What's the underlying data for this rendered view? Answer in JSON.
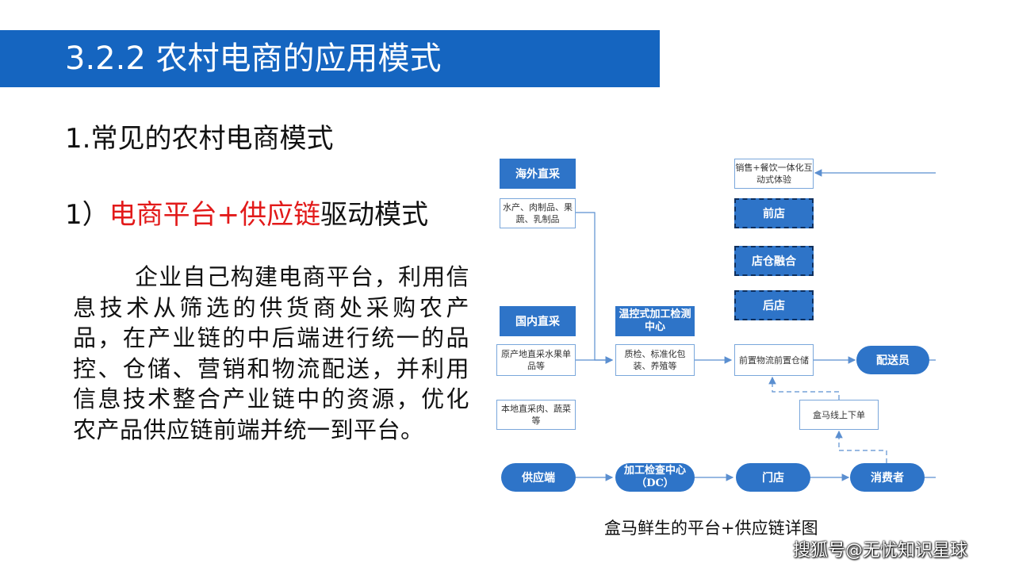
{
  "slide": {
    "title": "3.2.2 农村电商的应用模式",
    "heading1": "1.常见的农村电商模式",
    "heading2_prefix": "1）",
    "heading2_red": "电商平台+供应链",
    "heading2_suffix": "驱动模式",
    "paragraph": "企业自己构建电商平台，利用信息技术从筛选的供货商处采购农产品，在产业链的中后端进行统一的品控、仓储、营销和物流配送，并利用信息技术整合产业链中的资源，优化农产品供应链前端并统一到平台。"
  },
  "diagram": {
    "overseas": "海外直采",
    "overseas_items": "水产、肉制品、果蔬、乳制品",
    "domestic": "国内直采",
    "domestic_items": "原产地直采水果单品等",
    "local_items": "本地直采肉、蔬菜等",
    "temp_center": "温控式加工检测中心",
    "temp_items": "质检、标准化包装、养殖等",
    "experience": "销售+餐饮一体化互动式体验",
    "front_store": "前店",
    "store_warehouse": "店仓融合",
    "back_store": "后店",
    "front_logistics": "前置物流前置仓储",
    "courier": "配送员",
    "hema_line": "盒马线上下单",
    "supplier": "供应端",
    "dc": "加工检查中心（DC）",
    "store": "门店",
    "consumer": "消费者"
  },
  "caption": "盒马鲜生的平台+供应链详图",
  "watermark": "搜狐号@无忧知识星球",
  "colors": {
    "title_bar": "#1565c0",
    "accent_red": "#e21a1a",
    "box_blue": "#2e74c8"
  }
}
